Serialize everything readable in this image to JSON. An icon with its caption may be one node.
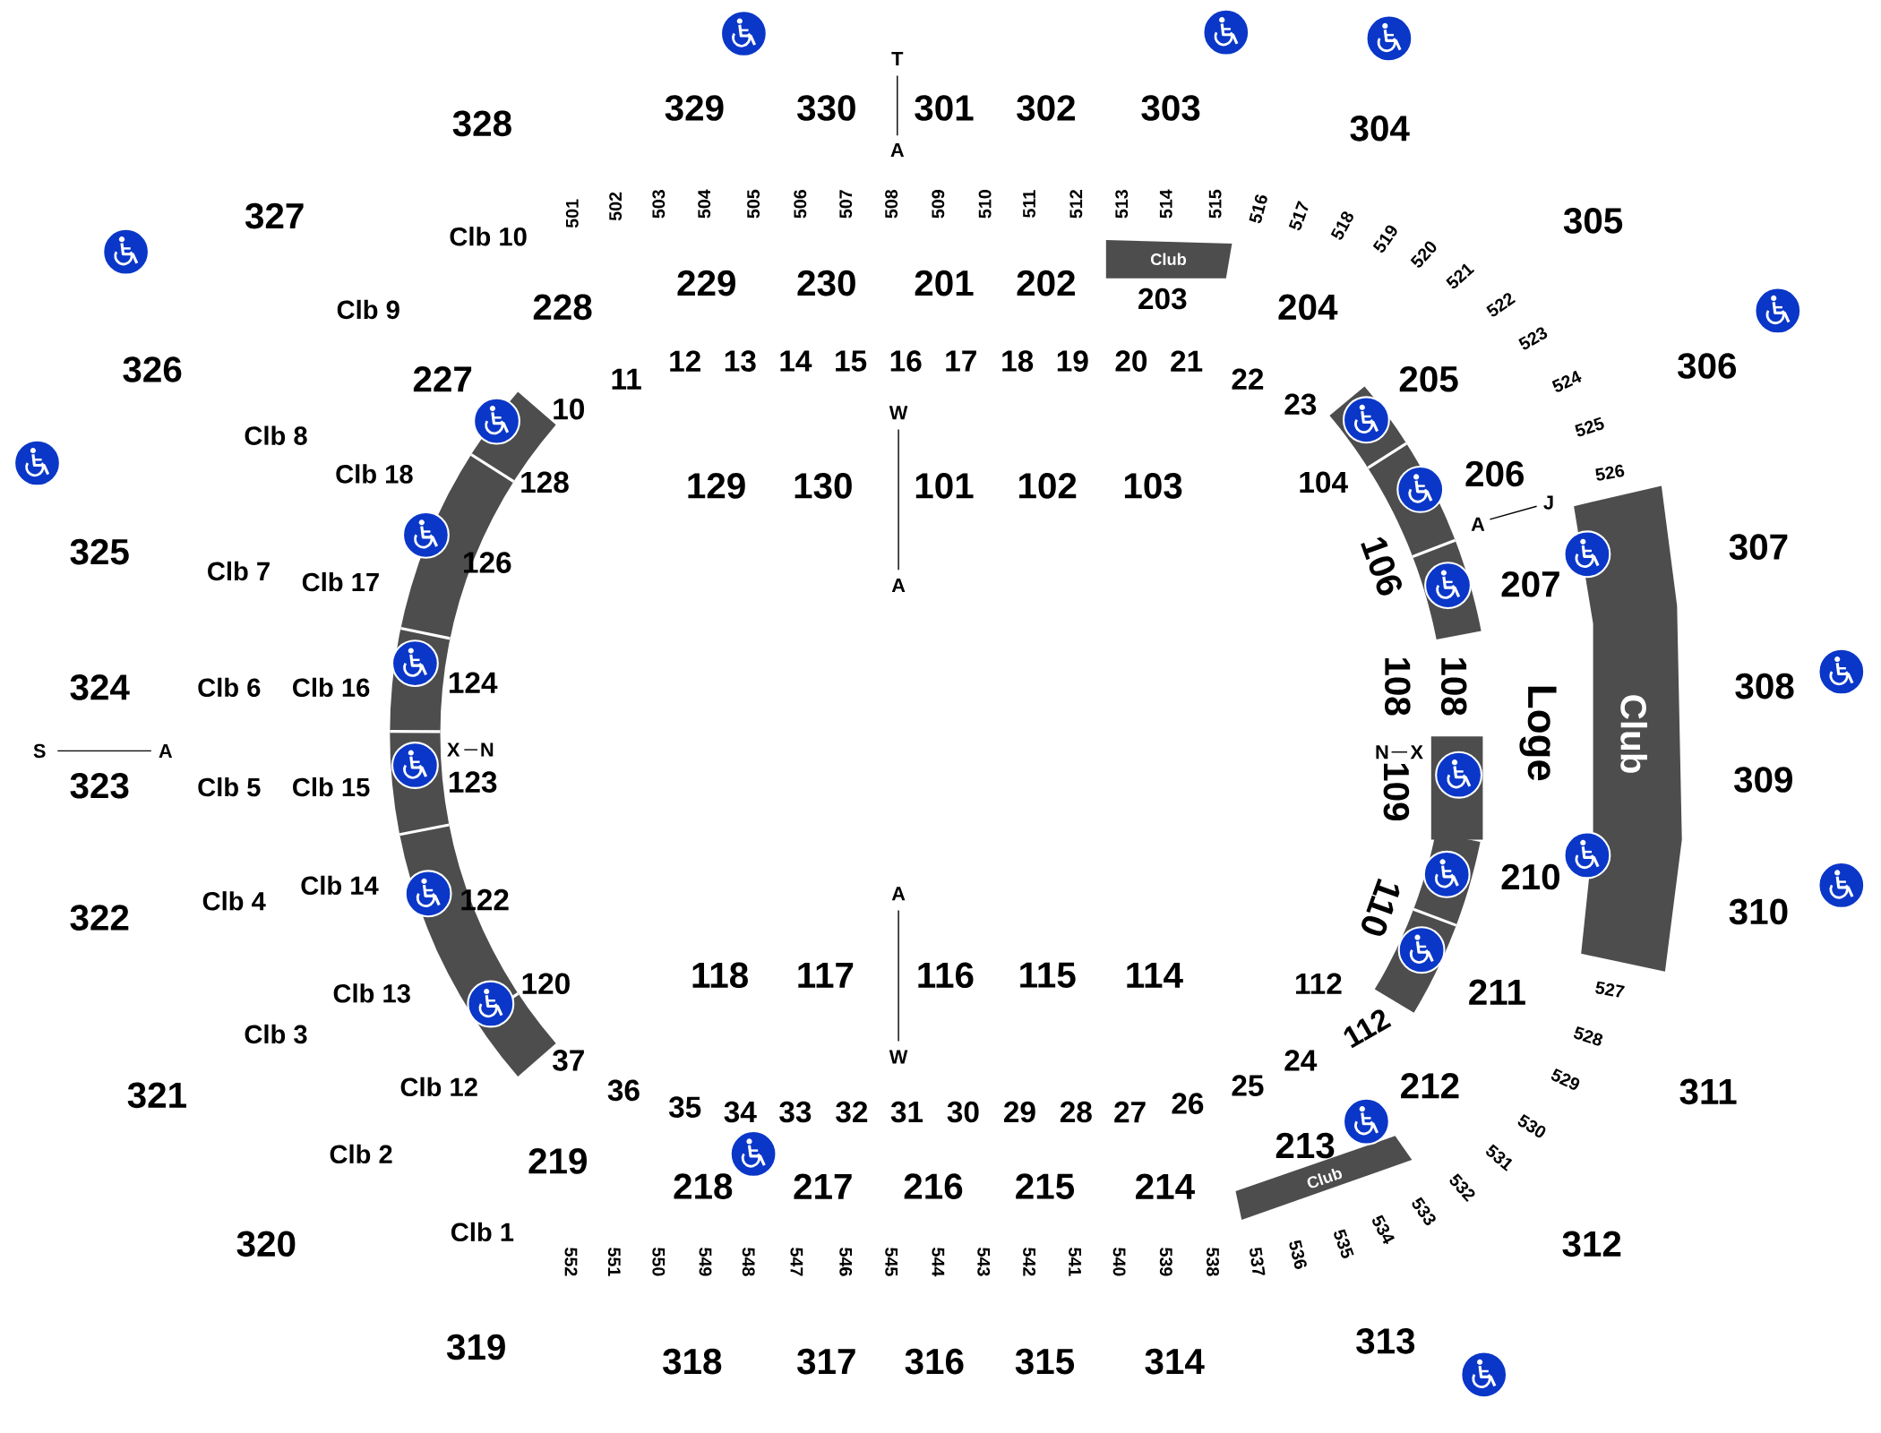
{
  "diagram": {
    "nodes": [
      {
        "text": [
          "Club"
        ]
      },
      {
        "text": [
          "Club"
        ]
      },
      {
        "text": [
          "Club"
        ]
      }
    ],
    "labels": [
      "328",
      "329",
      "330",
      "301",
      "302",
      "303",
      "304",
      "305",
      "306",
      "307",
      "308",
      "309",
      "310",
      "311",
      "312",
      "313",
      "314",
      "315",
      "316",
      "317",
      "318",
      "319",
      "320",
      "321",
      "322",
      "323",
      "324",
      "325",
      "326",
      "327",
      "T",
      "A",
      "S",
      "A",
      "W",
      "A",
      "A",
      "W",
      "A",
      "J",
      "X",
      "N",
      "N",
      "X",
      "501",
      "502",
      "503",
      "504",
      "505",
      "506",
      "507",
      "508",
      "509",
      "510",
      "511",
      "512",
      "513",
      "514",
      "515",
      "516",
      "517",
      "518",
      "519",
      "520",
      "521",
      "522",
      "523",
      "524",
      "525",
      "526",
      "527",
      "528",
      "529",
      "530",
      "531",
      "532",
      "533",
      "534",
      "535",
      "536",
      "537",
      "538",
      "539",
      "540",
      "541",
      "542",
      "543",
      "544",
      "545",
      "546",
      "547",
      "548",
      "549",
      "550",
      "551",
      "552",
      "Clb 10",
      "Clb 9",
      "Clb 8",
      "Clb 7",
      "Clb 6",
      "Clb 5",
      "Clb 4",
      "Clb 3",
      "Clb 2",
      "Clb 1",
      "Clb 18",
      "Clb 17",
      "Clb 16",
      "Clb 15",
      "Clb 14",
      "Clb 13",
      "Clb 12",
      "228",
      "229",
      "230",
      "201",
      "202",
      "203",
      "204",
      "205",
      "206",
      "207",
      "210",
      "211",
      "212",
      "213",
      "214",
      "215",
      "216",
      "217",
      "218",
      "219",
      "227",
      "10",
      "11",
      "12",
      "13",
      "14",
      "15",
      "16",
      "17",
      "18",
      "19",
      "20",
      "21",
      "22",
      "23",
      "24",
      "25",
      "26",
      "27",
      "28",
      "29",
      "30",
      "31",
      "32",
      "33",
      "34",
      "35",
      "36",
      "37",
      "128",
      "126",
      "124",
      "123",
      "122",
      "120",
      "129",
      "130",
      "101",
      "102",
      "103",
      "104",
      "106",
      "108",
      "108",
      "109",
      "110",
      "112",
      "112",
      "118",
      "117",
      "116",
      "115",
      "114",
      "Loge"
    ]
  }
}
